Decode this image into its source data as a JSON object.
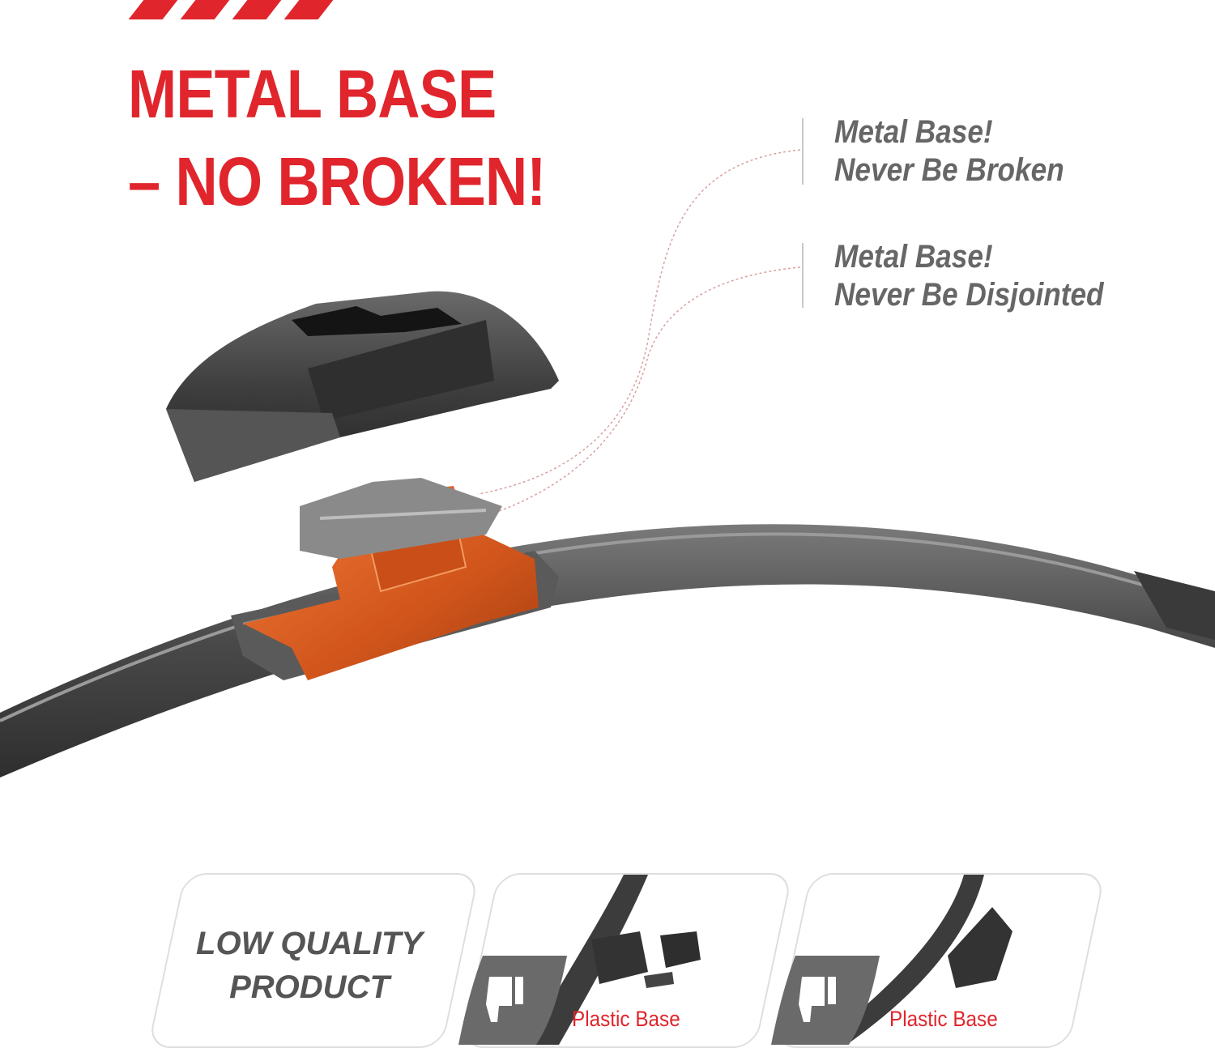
{
  "headline": {
    "line1": "METAL BASE",
    "line2": "– NO BROKEN!"
  },
  "callouts": [
    {
      "line1": "Metal Base!",
      "line2": "Never Be Broken"
    },
    {
      "line1": "Metal Base!",
      "line2": "Never Be Disjointed"
    }
  ],
  "comparison": {
    "low_quality_line1": "LOW QUALITY",
    "low_quality_line2": "PRODUCT",
    "cards": [
      {
        "label": "Plastic Base",
        "icon": "thumbs-down-icon"
      },
      {
        "label": "Plastic Base",
        "icon": "thumbs-down-icon"
      }
    ]
  },
  "colors": {
    "accent_red": "#e0252c",
    "metal_orange": "#d2561c",
    "blade_gray": "#4a4a4a",
    "text_gray": "#666666"
  }
}
